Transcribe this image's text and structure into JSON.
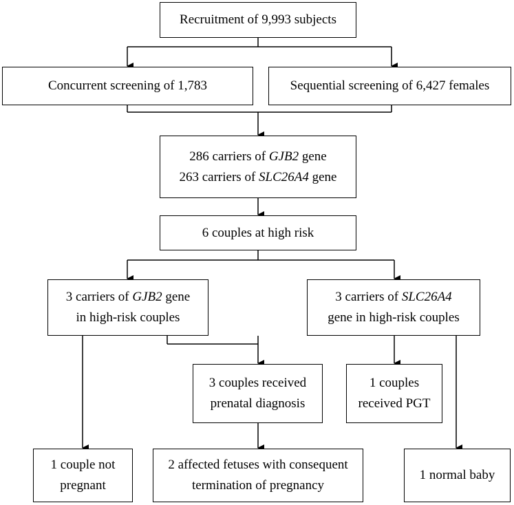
{
  "nodes": {
    "recruitment": {
      "line1": "Recruitment of 9,993 subjects"
    },
    "concurrent": {
      "line1": "Concurrent screening of 1,783"
    },
    "sequential": {
      "line1": "Sequential screening of 6,427 females"
    },
    "carriers": {
      "gjb2_pre": "286 carriers of ",
      "gjb2_gene": "GJB2",
      "gjb2_post": " gene",
      "slc_pre": "263 carriers of ",
      "slc_gene": "SLC26A4",
      "slc_post": " gene"
    },
    "high_risk": {
      "line1": "6 couples at high risk"
    },
    "gjb2_couples": {
      "line1_pre": "3 carriers of ",
      "line1_gene": "GJB2",
      "line1_post": " gene",
      "line2": "in high-risk couples"
    },
    "slc_couples": {
      "line1_pre": "3 carriers of ",
      "line1_gene": "SLC26A4",
      "line2": "gene in high-risk couples"
    },
    "prenatal": {
      "line1": "3 couples received",
      "line2": "prenatal diagnosis"
    },
    "pgt": {
      "line1": "1 couples",
      "line2": "received PGT"
    },
    "not_pregnant": {
      "line1": "1 couple not",
      "line2": "pregnant"
    },
    "affected": {
      "line1": "2 affected fetuses with consequent",
      "line2": "termination of pregnancy"
    },
    "normal_baby": {
      "line1": "1 normal baby"
    }
  }
}
